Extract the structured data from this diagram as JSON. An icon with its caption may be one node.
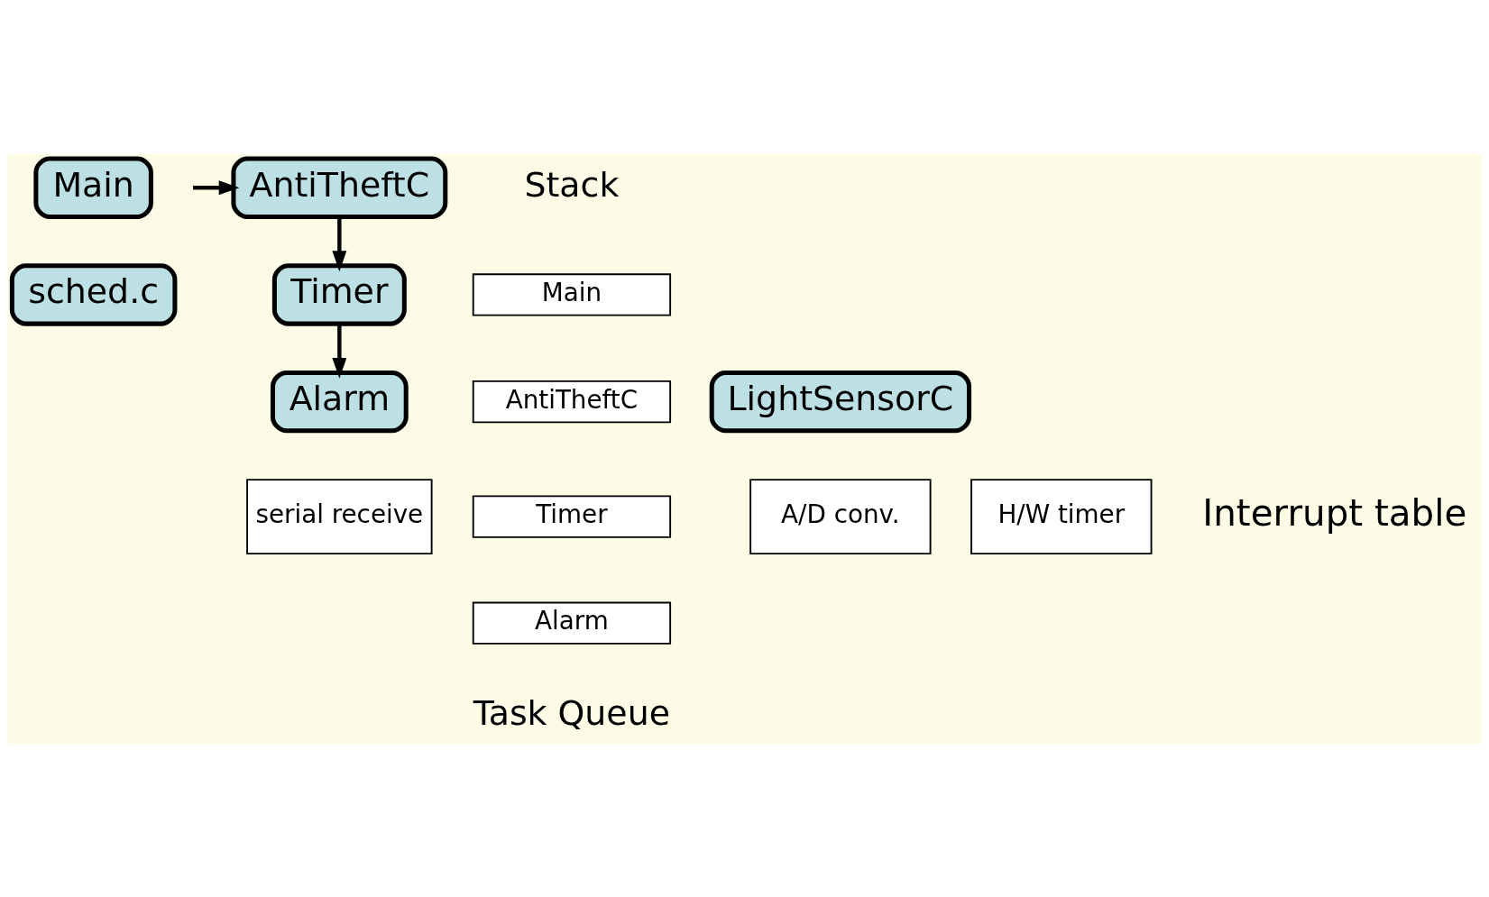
{
  "diagram": {
    "nodes": [
      {
        "text": [
          "Main"
        ]
      },
      {
        "text": [
          "AntiTheftC"
        ]
      },
      {
        "text": [
          "Main"
        ]
      },
      {
        "text": [
          "AntiTheftC"
        ]
      },
      {
        "text": [
          "Timer"
        ]
      },
      {
        "text": [
          "Alarm"
        ]
      },
      {
        "text": [
          "sched.c"
        ]
      },
      {
        "text": [
          "Timer"
        ]
      },
      {
        "text": [
          "Alarm"
        ]
      },
      {
        "text": [
          "LightSensorC"
        ]
      },
      {
        "text": [
          "serial receive"
        ]
      },
      {
        "text": [
          "H/W timer"
        ]
      },
      {
        "text": [
          "A/D conv."
        ]
      }
    ],
    "edges": [
      {
        "from": null,
        "to": 1,
        "arrow": "to"
      },
      {
        "from": 1,
        "to": 7,
        "arrow": "to"
      },
      {
        "from": 7,
        "to": 8,
        "arrow": "to"
      }
    ],
    "labels": [
      "Stack",
      "Task Queue",
      "Interrupt table"
    ]
  }
}
